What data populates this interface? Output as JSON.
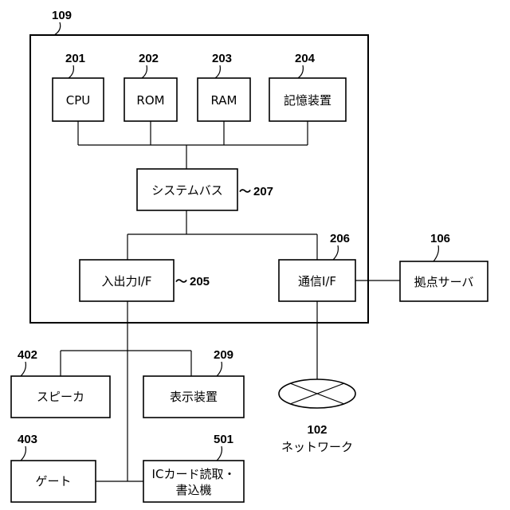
{
  "refs": {
    "r109": "109",
    "r201": "201",
    "r202": "202",
    "r203": "203",
    "r204": "204",
    "r207": "207",
    "r206": "206",
    "r205": "205",
    "r106": "106",
    "r402": "402",
    "r209": "209",
    "r403": "403",
    "r501": "501",
    "r102": "102"
  },
  "tilde": "〜",
  "labels": {
    "cpu": "CPU",
    "rom": "ROM",
    "ram": "RAM",
    "storage": "記憶装置",
    "system_bus": "システムバス",
    "io_if": "入出力I/F",
    "comm_if": "通信I/F",
    "base_server": "拠点サーバ",
    "speaker": "スピーカ",
    "display": "表示装置",
    "gate": "ゲート",
    "ic_reader_line1": "ICカード読取・",
    "ic_reader_line2": "書込機",
    "network": "ネットワーク"
  }
}
